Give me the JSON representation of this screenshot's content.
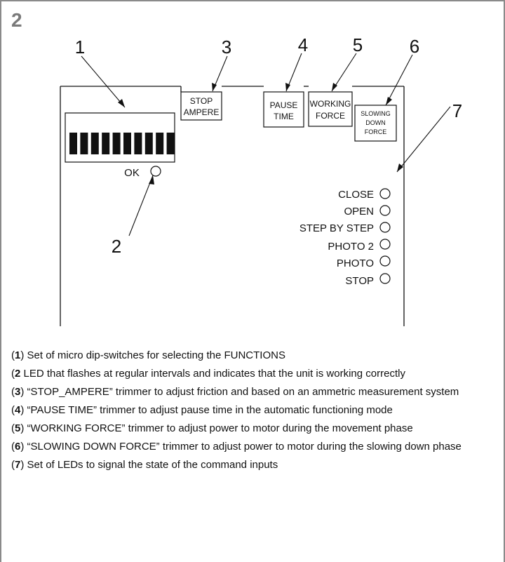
{
  "figure_number": "2",
  "callouts": [
    "1",
    "2",
    "3",
    "4",
    "5",
    "6",
    "7"
  ],
  "trimmers": {
    "stop_ampere": [
      "STOP",
      "AMPERE"
    ],
    "pause_time": [
      "PAUSE",
      "TIME"
    ],
    "working_force": [
      "WORKING",
      "FORCE"
    ],
    "slowing_down_force": [
      "SLOWING",
      "DOWN",
      "FORCE"
    ]
  },
  "dip_switch_count": 10,
  "ok_label": "OK",
  "leds": [
    "CLOSE",
    "OPEN",
    "STEP BY STEP",
    "PHOTO 2",
    "PHOTO",
    "STOP"
  ],
  "captions": [
    {
      "num": "1",
      "prefix": "(",
      "suffix": ") ",
      "text": "Set of micro dip-switches for selecting the FUNCTIONS"
    },
    {
      "num": "2",
      "prefix": "(",
      "suffix": " ",
      "text": "LED that flashes at regular intervals and indicates that the unit is working correctly"
    },
    {
      "num": "3",
      "prefix": "(",
      "suffix": ") ",
      "text": "“STOP_AMPERE” trimmer to adjust friction and based on an ammetric measurement system"
    },
    {
      "num": "4",
      "prefix": "(",
      "suffix": ") ",
      "text": "“PAUSE TIME” trimmer to adjust pause time in the automatic functioning mode"
    },
    {
      "num": "5",
      "prefix": "(",
      "suffix": ") ",
      "text": "“WORKING FORCE” trimmer to adjust power to motor during the movement phase"
    },
    {
      "num": "6",
      "prefix": "(",
      "suffix": ") ",
      "text": "“SLOWING DOWN FORCE” trimmer to adjust power to motor during the slowing down phase"
    },
    {
      "num": "7",
      "prefix": "(",
      "suffix": ") ",
      "text": "Set of LEDs to signal the state of the command inputs"
    }
  ]
}
